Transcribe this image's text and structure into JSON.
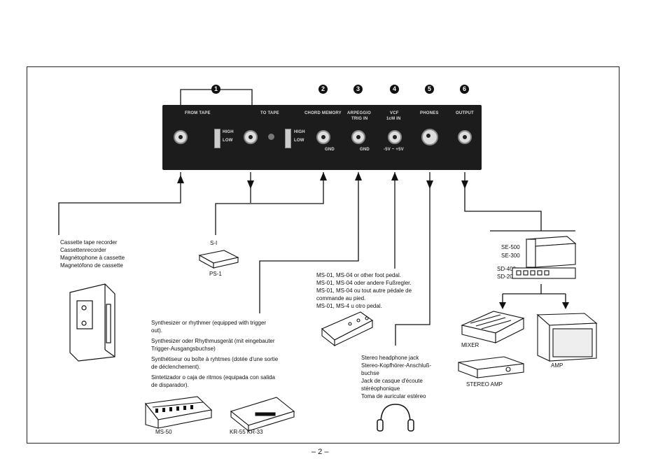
{
  "callouts": [
    "1",
    "2",
    "3",
    "4",
    "5",
    "6"
  ],
  "panel": {
    "from_tape": "FROM TAPE",
    "to_tape": "TO TAPE",
    "high": "HIGH",
    "low": "LOW",
    "chord_memory": "CHORD MEMORY",
    "arpeggio": "ARPEGGIO",
    "trig_in": "TRIG IN",
    "vcf": "VCF",
    "icm_in": "1cM IN",
    "phones": "PHONES",
    "output": "OUTPUT",
    "gnd": "GND",
    "voltage": "-5V ~ +5V"
  },
  "cassette": {
    "lines": [
      "Cassette tape recorder",
      "Cassettenrecorder",
      "Magnétophone à cassette",
      "Magnetófono de cassette"
    ]
  },
  "s1": {
    "top": "S-I",
    "bottom": "PS-1"
  },
  "pedal": {
    "lines": [
      "MS-01, MS-04 or other foot pedal.",
      "MS-01, MS-04 oder andere Fußregler.",
      "MS-01, MS-04 ou tout autre pédale de",
      "commande au pied.",
      "MS-01, MS-4 u otro pedal."
    ]
  },
  "synth": {
    "en": [
      "Synthesizer or rhythmer (equipped with trigger",
      "out)."
    ],
    "de": [
      "Synthesizer oder Rhythmusgerät (mit eingebauter",
      "Trigger-Ausgangsbuchse)"
    ],
    "fr": [
      "Synthétiseur ou boîte à ryhtmes (dotée d'une sortie",
      "de déclenchement)."
    ],
    "es": [
      "Sintetizador o caja de ritmos (equipada con salida",
      "de disparador)."
    ],
    "ms50": "MS-50",
    "kr": "KR-55  KR-33"
  },
  "phones_desc": {
    "lines": [
      "Stereo headphone jack",
      "Stereo-Kopfhörer-Anschluß-",
      "buchse",
      "Jack de casque d'écoute",
      "stéréophonique",
      "Toma de auricular estéreo"
    ]
  },
  "output_devices": {
    "se500": "SE-500",
    "se300": "SE-300",
    "sd400": "SD-400",
    "sd200": "SD-200",
    "mixer": "MIXER",
    "amp": "AMP",
    "stereo_amp": "STEREO AMP"
  },
  "page_number": "– 2 –"
}
